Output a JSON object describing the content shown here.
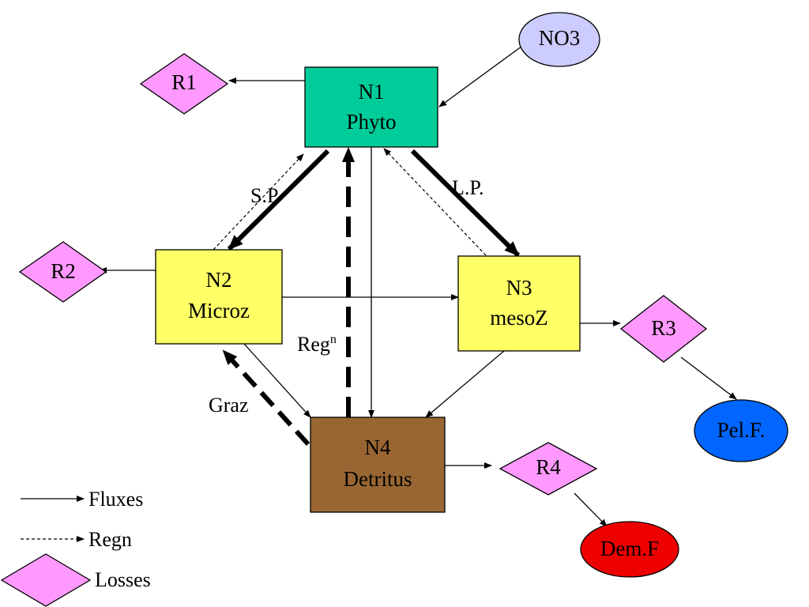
{
  "colors": {
    "phyto": "#00CC99",
    "zoo": "#FFFF66",
    "detritus": "#996633",
    "losses": "#FF99FF",
    "nitrate": "#CCCCFF",
    "pelagic_fish": "#0066FF",
    "demersal_fish": "#EE0000"
  },
  "nodes": {
    "n1": {
      "line1": "N1",
      "line2": "Phyto"
    },
    "n2": {
      "line1": "N2",
      "line2": "Microz"
    },
    "n3": {
      "line1": "N3",
      "line2": "mesoZ"
    },
    "n4": {
      "line1": "N4",
      "line2": "Detritus"
    },
    "no3": "NO3",
    "r1": "R1",
    "r2": "R2",
    "r3": "R3",
    "r4": "R4",
    "pelf": "Pel.F.",
    "demf": "Dem.F"
  },
  "flow_labels": {
    "sp": "S.P.",
    "lp": "L.P.",
    "regn_base": "Reg",
    "regn_sup": "n",
    "graz": "Graz"
  },
  "legend": {
    "fluxes": "Fluxes",
    "regn": "Regn",
    "losses": "Losses"
  }
}
